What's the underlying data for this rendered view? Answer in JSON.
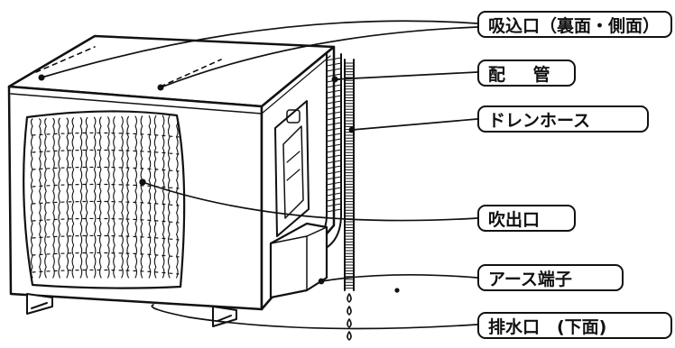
{
  "labels": {
    "intake": "吸込口（裏面・側面）",
    "piping": "配 管",
    "drain_hose": "ドレンホース",
    "outlet": "吹出口",
    "earth_terminal": "アース端子",
    "drain_port": "排水口　(下面)"
  },
  "colors": {
    "line": "#111111",
    "background": "#ffffff"
  }
}
